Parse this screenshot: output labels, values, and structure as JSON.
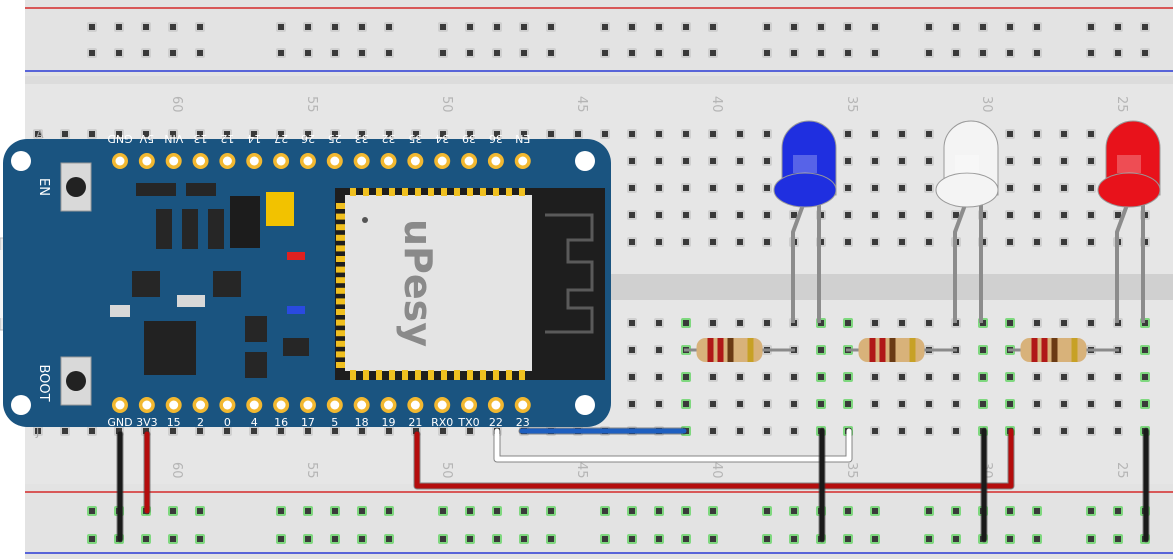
{
  "breadboard": {
    "column_numbers": [
      "60",
      "55",
      "50",
      "45",
      "40",
      "35",
      "30",
      "25"
    ],
    "row_letters_visible": [
      "A",
      "J"
    ]
  },
  "board": {
    "brand": "uPesy",
    "top_pins": [
      "GND",
      "5V",
      "VIN",
      "13",
      "12",
      "14",
      "27",
      "26",
      "25",
      "33",
      "32",
      "35",
      "34",
      "39",
      "36",
      "EN"
    ],
    "bottom_pins": [
      "GND",
      "3V3",
      "15",
      "2",
      "0",
      "4",
      "16",
      "17",
      "5",
      "18",
      "19",
      "21",
      "RX0",
      "TX0",
      "22",
      "23"
    ],
    "button_en": "EN",
    "button_boot": "BOOT"
  },
  "leds": [
    {
      "color_name": "blue",
      "color": "#1f2fe0"
    },
    {
      "color_name": "white",
      "color": "#f4f4f4"
    },
    {
      "color_name": "red",
      "color": "#e8121b"
    }
  ],
  "wires": {
    "colors": {
      "black": "#1a1a1a",
      "red": "#b40c0c",
      "blue": "#1e5fc0",
      "white": "#ffffff"
    }
  }
}
